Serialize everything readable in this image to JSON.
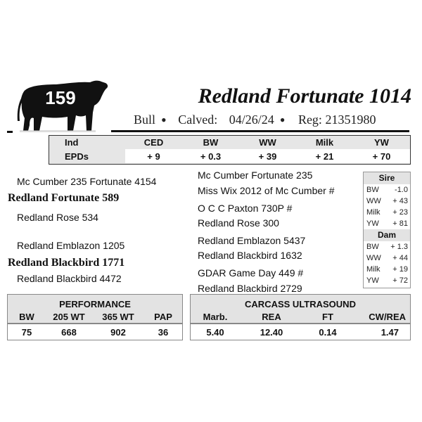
{
  "header": {
    "lot_number": "159",
    "animal_name": "Redland Fortunate 1014",
    "sex": "Bull",
    "calved_label": "Calved:",
    "calved_date": "04/26/24",
    "reg_label": "Reg:",
    "reg_number": "21351980"
  },
  "epds": {
    "row_label_top": "Ind",
    "row_label_bottom": "EPDs",
    "columns": [
      "CED",
      "BW",
      "WW",
      "Milk",
      "YW"
    ],
    "values": [
      "+ 9",
      "+ 0.3",
      "+ 39",
      "+ 21",
      "+ 70"
    ]
  },
  "pedigree": {
    "sire": "Redland Fortunate 589",
    "dam": "Redland Blackbird 1771",
    "sire_sire": "Mc Cumber 235 Fortunate 4154",
    "sire_dam": "Redland Rose 534",
    "dam_sire": "Redland Emblazon 1205",
    "dam_dam": "Redland Blackbird 4472",
    "sire_sire_sire": "Mc Cumber Fortunate 235",
    "sire_sire_dam": "Miss Wix 2012 of Mc Cumber #",
    "sire_dam_sire": "O C C Paxton 730P #",
    "sire_dam_dam": "Redland Rose 300",
    "dam_sire_sire": "Redland Emblazon 5437",
    "dam_sire_dam": "Redland Blackbird 1632",
    "dam_dam_sire": "GDAR Game Day 449 #",
    "dam_dam_dam": "Redland Blackbird 2729"
  },
  "sire_epds": {
    "title": "Sire",
    "rows": [
      {
        "label": "BW",
        "value": "-1.0"
      },
      {
        "label": "WW",
        "value": "+ 43"
      },
      {
        "label": "Milk",
        "value": "+ 23"
      },
      {
        "label": "YW",
        "value": "+ 81"
      }
    ]
  },
  "dam_epds": {
    "title": "Dam",
    "rows": [
      {
        "label": "BW",
        "value": "+ 1.3"
      },
      {
        "label": "WW",
        "value": "+ 44"
      },
      {
        "label": "Milk",
        "value": "+ 19"
      },
      {
        "label": "YW",
        "value": "+ 72"
      }
    ]
  },
  "performance": {
    "title": "PERFORMANCE",
    "columns": [
      "BW",
      "205 WT",
      "365 WT",
      "PAP"
    ],
    "values": [
      "75",
      "668",
      "902",
      "36"
    ]
  },
  "carcass": {
    "title": "CARCASS ULTRASOUND",
    "columns": [
      "Marb.",
      "REA",
      "FT",
      "CW/REA"
    ],
    "values": [
      "5.40",
      "12.40",
      "0.14",
      "1.47"
    ]
  },
  "icons": {
    "bull": "bull-silhouette-icon",
    "separator": "bullet-dot"
  }
}
